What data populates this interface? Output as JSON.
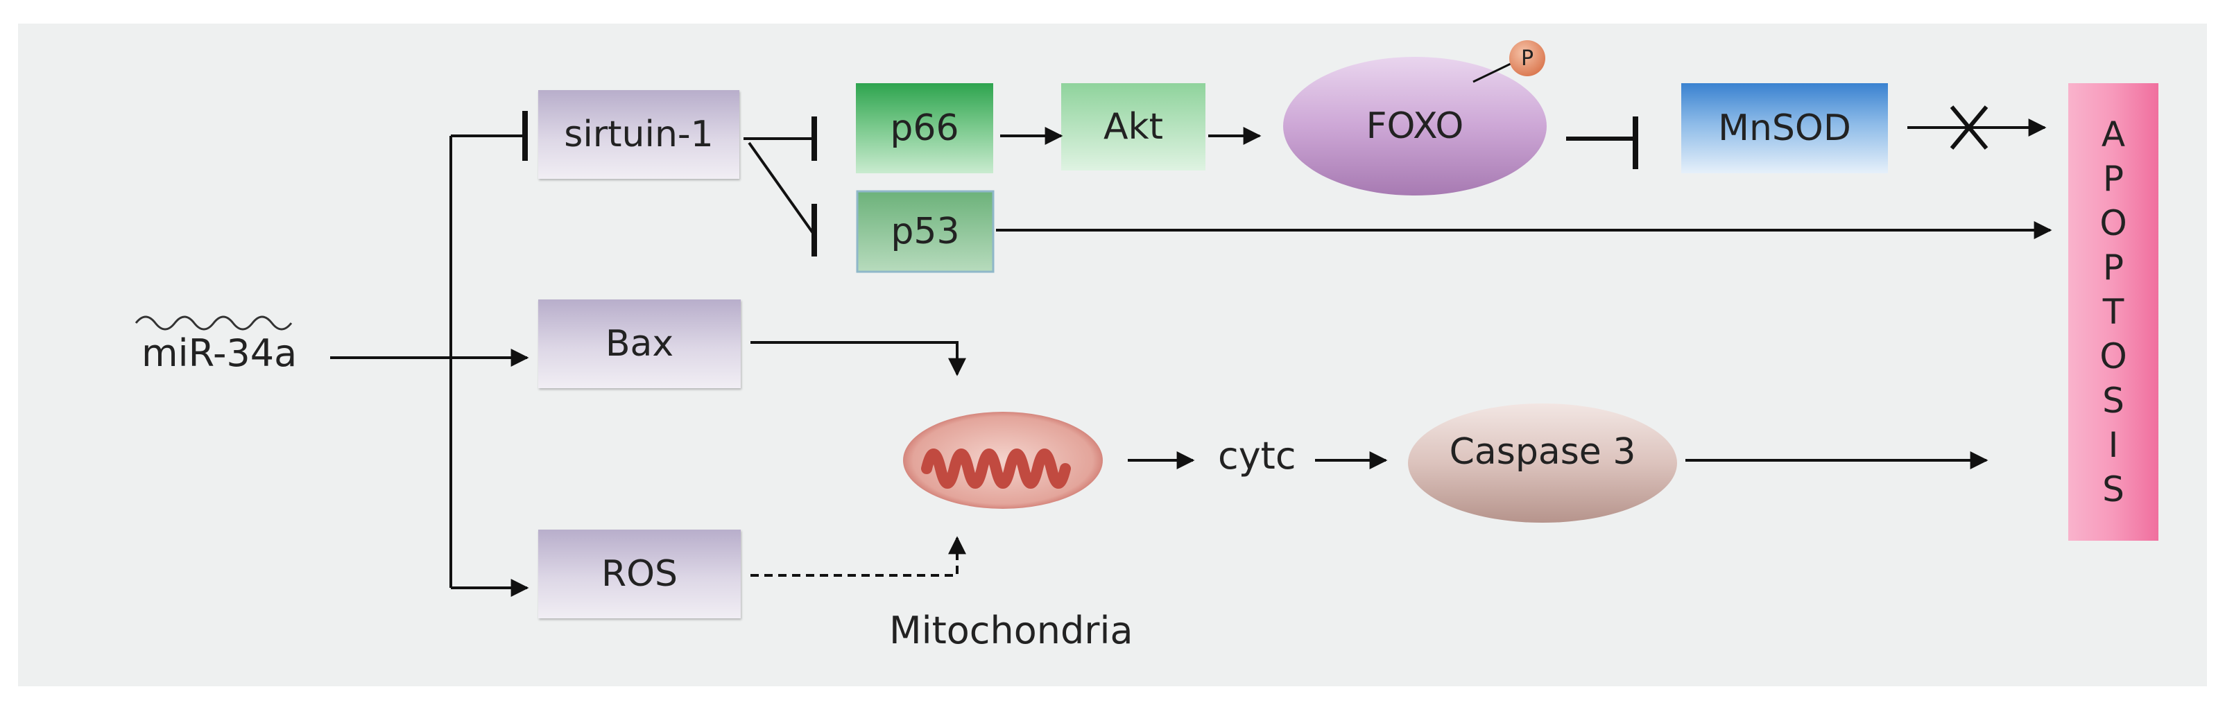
{
  "nodes": {
    "mirna": "miR-34a",
    "sirtuin": "sirtuin-1",
    "p66": "p66",
    "akt": "Akt",
    "foxo": "FOXO",
    "phospho": "P",
    "mnsod": "MnSOD",
    "p53": "p53",
    "bax": "Bax",
    "ros": "ROS",
    "mitochondria": "Mitochondria",
    "cytc": "cytc",
    "caspase": "Caspase 3",
    "apoptosis_letters": [
      "A",
      "P",
      "O",
      "P",
      "T",
      "O",
      "S",
      "I",
      "S"
    ]
  },
  "colors": {
    "background": "#eef0f0",
    "purple_box": "#cbc3d8",
    "green_box": "#3fae5f",
    "light_green_box": "#a8d9b0",
    "p53_box": "#7fbf8a",
    "foxo_ellipse": "#b58ac0",
    "mnsod_box": "#4a8fd6",
    "caspase_ellipse": "#c09a92",
    "apoptosis_bar": "#f78fb3",
    "mitochondria": "#c9594e",
    "arrow": "#111111"
  }
}
